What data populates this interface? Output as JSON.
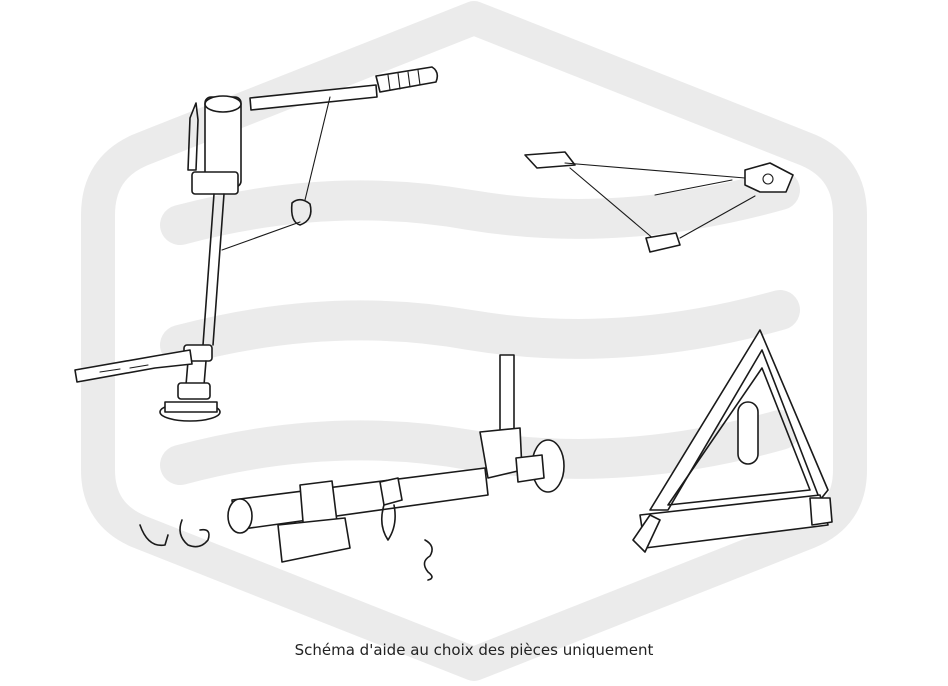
{
  "caption": "Schéma d'aide au choix des pièces uniquement",
  "watermark": {
    "color": "#ebebeb",
    "shape": "rounded-hexagon-logo"
  },
  "parts": [
    {
      "id": "jack",
      "icon": "car-jack"
    },
    {
      "id": "jack-handle",
      "icon": "handle-bar"
    },
    {
      "id": "wheel-brace",
      "icon": "wheel-brace"
    },
    {
      "id": "hook-rod",
      "icon": "hook-rod"
    },
    {
      "id": "clips",
      "icon": "spring-clips"
    },
    {
      "id": "warning-triangle",
      "icon": "warning-triangle"
    }
  ]
}
